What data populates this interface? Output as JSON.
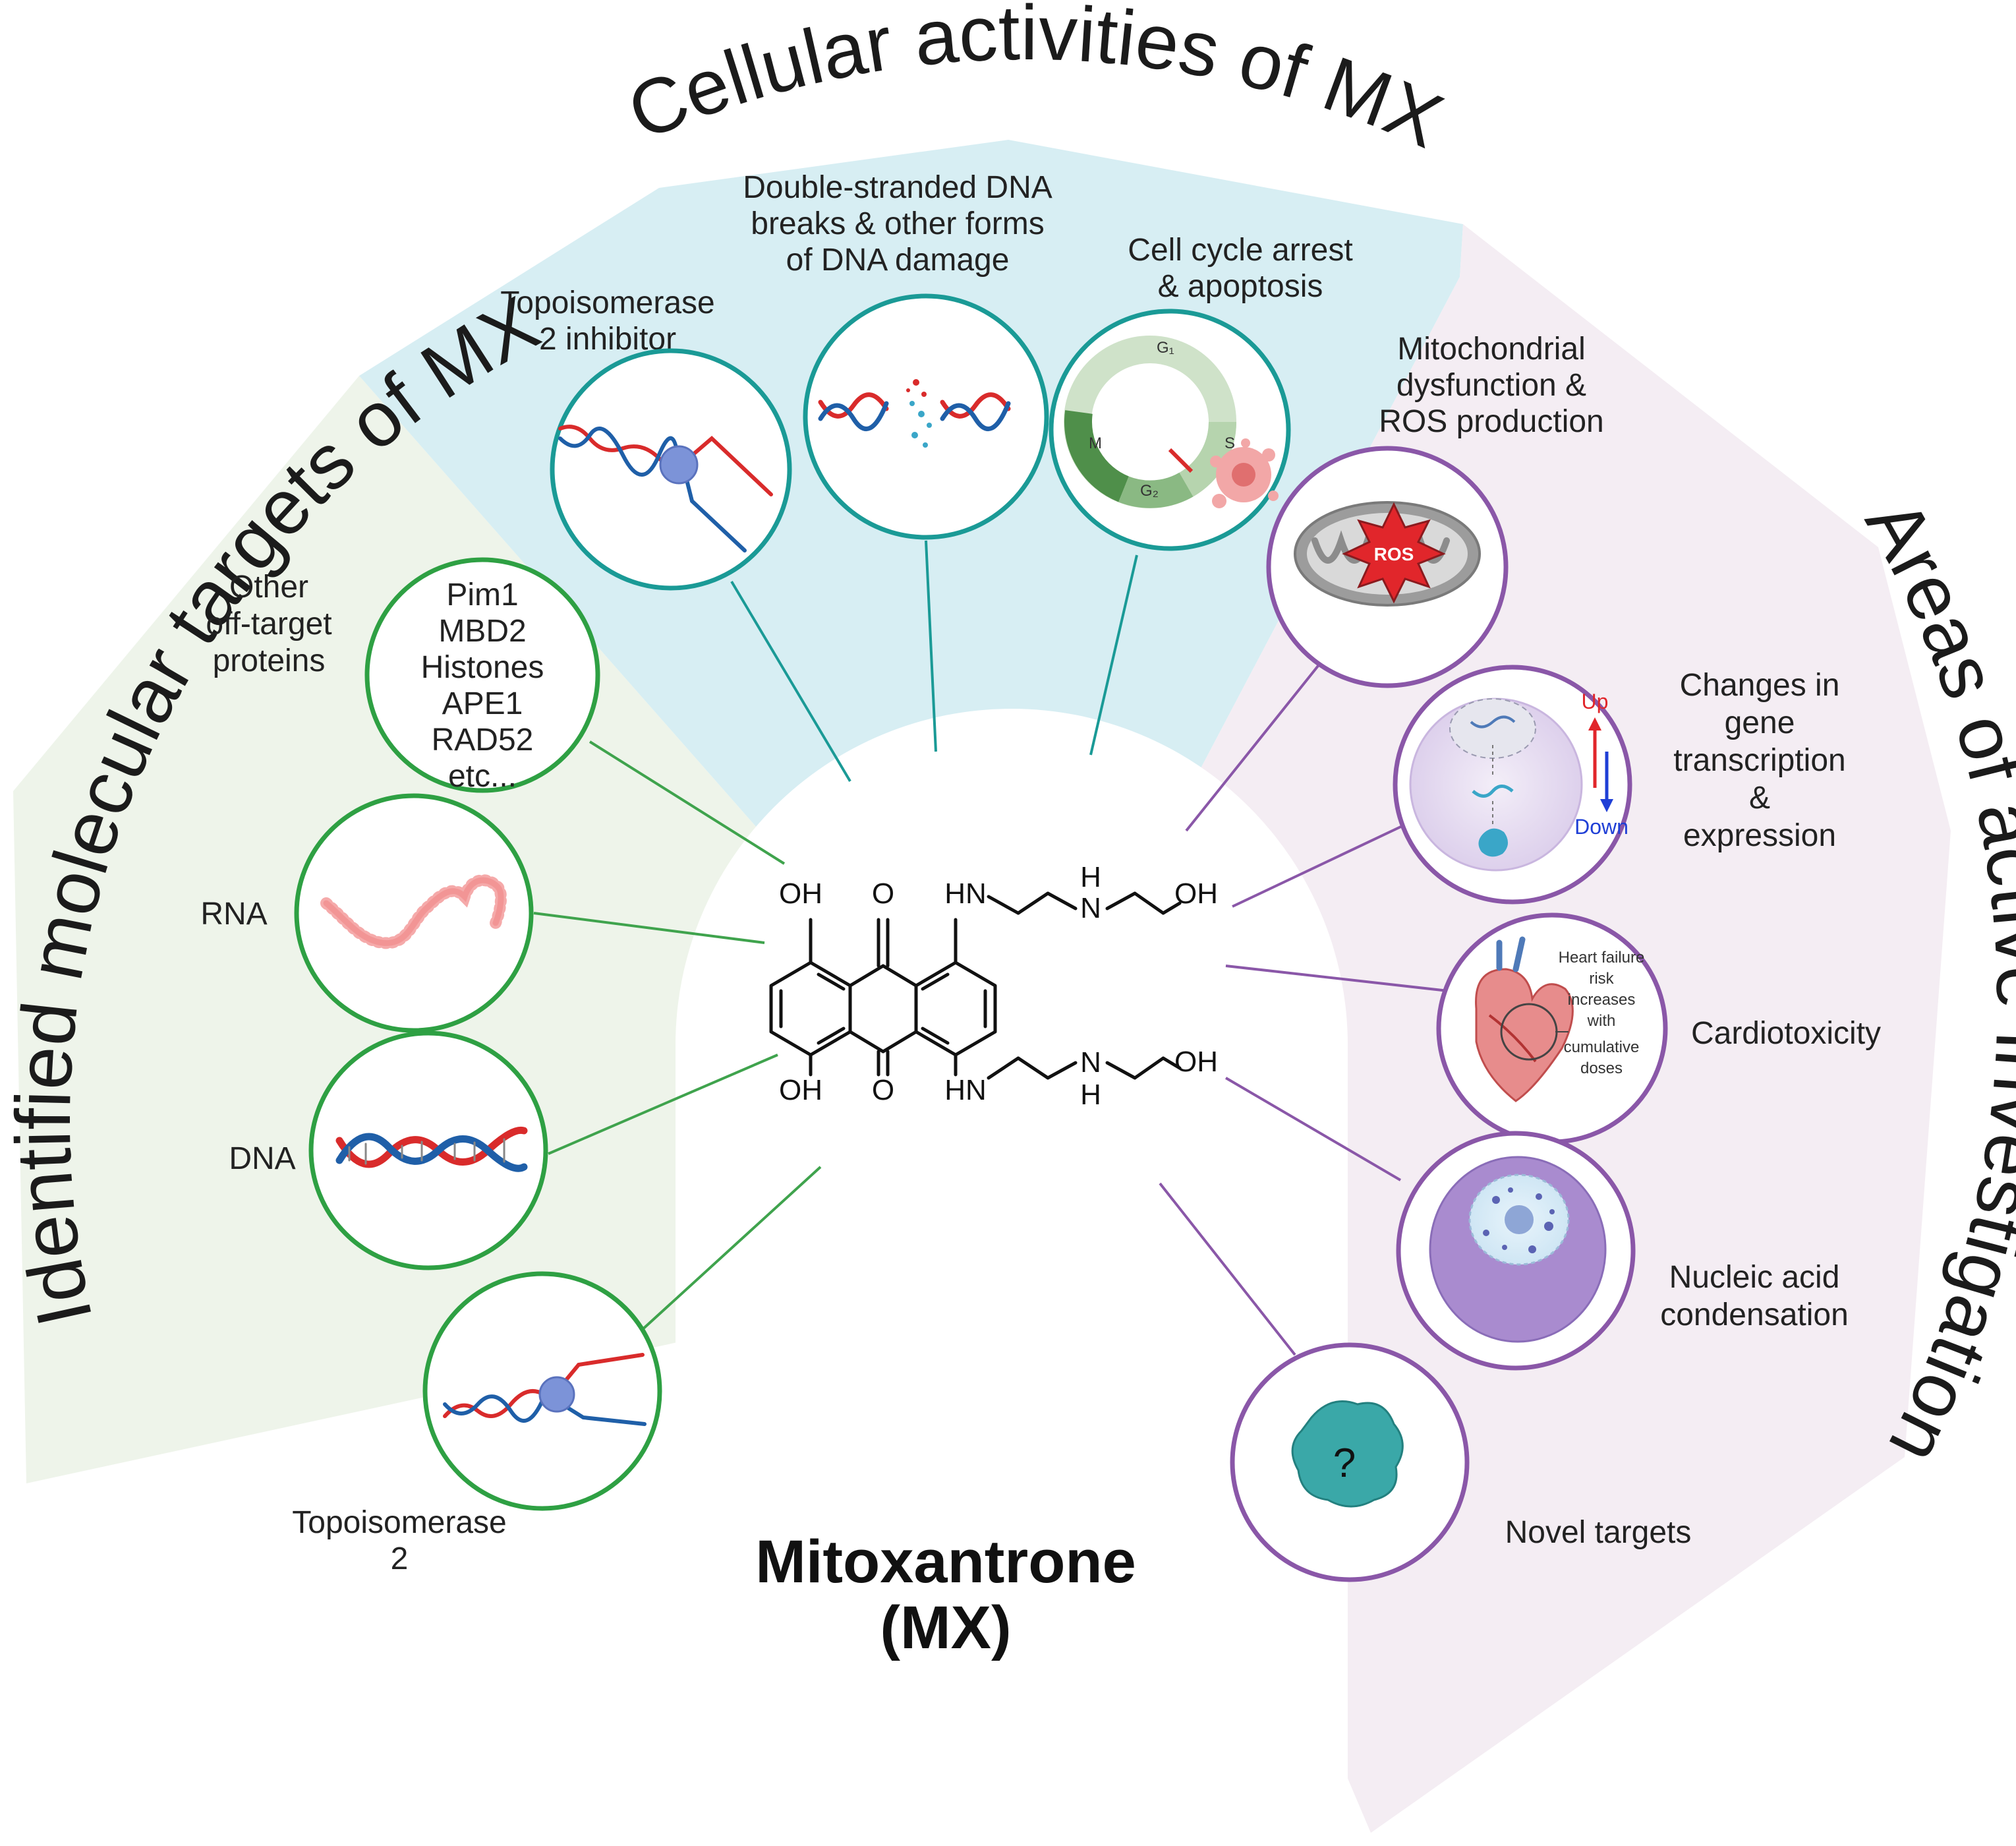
{
  "titles": {
    "left": "Identified molecular targets of MX",
    "top": "Cellular activities of MX",
    "right": "Areas of active investigation"
  },
  "center": {
    "title_line1": "Mitoxantrone",
    "title_line2": "(MX)",
    "atoms": {
      "oh_top_left": "OH",
      "o_top": "O",
      "hn_top": "HN",
      "n_top": "N",
      "h_top": "H",
      "oh_top_right": "OH",
      "oh_bottom_left": "OH",
      "o_bottom": "O",
      "hn_bottom": "HN",
      "n_bottom": "N",
      "h_bottom": "H",
      "oh_bottom_right": "OH"
    }
  },
  "left": {
    "other_label": [
      "Other",
      "off-target",
      "proteins"
    ],
    "proteins": [
      "Pim1",
      "MBD2",
      "Histones",
      "APE1",
      "RAD52",
      "etc..."
    ],
    "rna_label": "RNA",
    "dna_label": "DNA",
    "topo_label": [
      "Topoisomerase",
      "2"
    ]
  },
  "top": {
    "topo_inhibitor": [
      "Topoisomerase",
      "2 inhibitor"
    ],
    "dna_breaks": [
      "Double-stranded DNA",
      "breaks & other forms",
      "of DNA damage"
    ],
    "cell_cycle": [
      "Cell cycle arrest",
      "& apoptosis"
    ],
    "phases": {
      "g1": "G₁",
      "s": "S",
      "g2": "G₂",
      "m": "M"
    }
  },
  "right": {
    "mito": [
      "Mitochondrial",
      "dysfunction &",
      "ROS production"
    ],
    "ros": "ROS",
    "gene": [
      "Changes in",
      "gene",
      "transcription",
      "&",
      "expression"
    ],
    "up": "Up",
    "down": "Down",
    "cardio": "Cardiotoxicity",
    "heart_note": [
      "Heart failure",
      "risk",
      "increases",
      "with",
      "cumulative",
      "doses"
    ],
    "nucleic": [
      "Nucleic acid",
      "condensation"
    ],
    "novel": "Novel targets",
    "question": "?"
  },
  "colors": {
    "left_sector": "#eef4ea",
    "top_sector": "#d7eef3",
    "right_sector": "#f4edf3",
    "green_ring": "#2ea043",
    "teal_ring": "#1a9a96",
    "purple_ring": "#8a57a8",
    "dna_red": "#d92b2b",
    "dna_blue": "#1f5fa8"
  }
}
